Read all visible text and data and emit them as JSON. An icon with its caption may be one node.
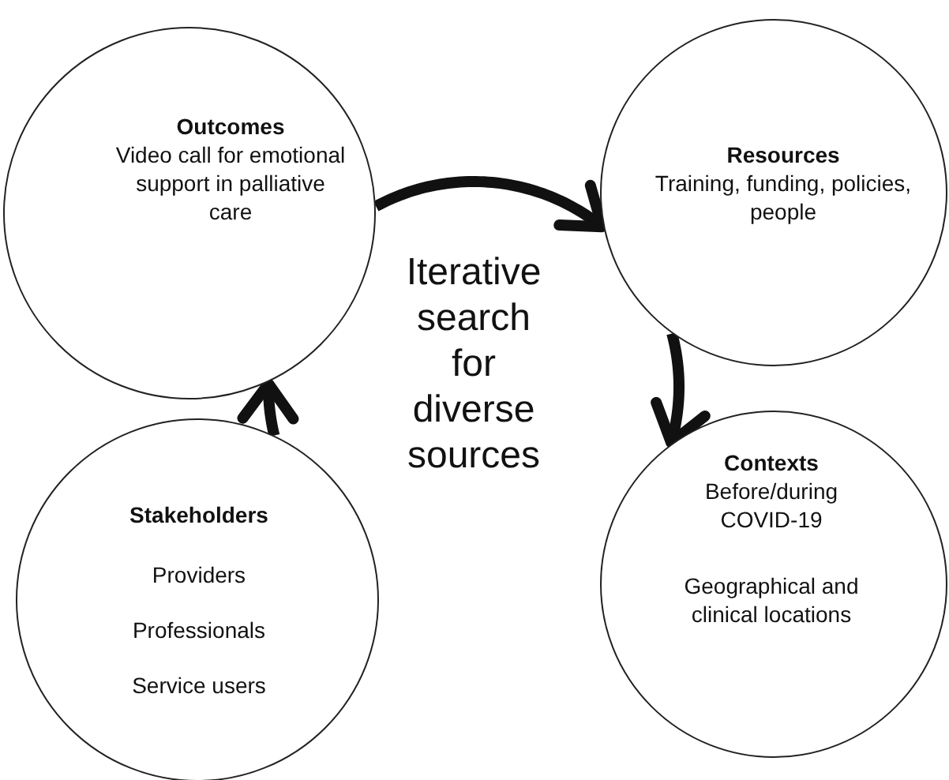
{
  "diagram": {
    "nodes": [
      {
        "text": [
          "Outcomes",
          "Video call for emotional support in palliative care"
        ]
      },
      {
        "text": [
          "Resources",
          "Training, funding, policies, people"
        ]
      },
      {
        "text": [
          "Contexts",
          "Before/during COVID-19",
          "Geographical and clinical locations"
        ]
      },
      {
        "text": [
          "Stakeholders",
          "Providers",
          "Professionals",
          "Service users"
        ]
      }
    ],
    "edges": [
      {
        "from": 0,
        "to": 1,
        "arrow": "to"
      },
      {
        "from": 1,
        "to": 2,
        "arrow": "to"
      },
      {
        "from": 3,
        "to": 0,
        "arrow": "to"
      }
    ],
    "labels": [
      "Iterative search for diverse sources"
    ]
  }
}
